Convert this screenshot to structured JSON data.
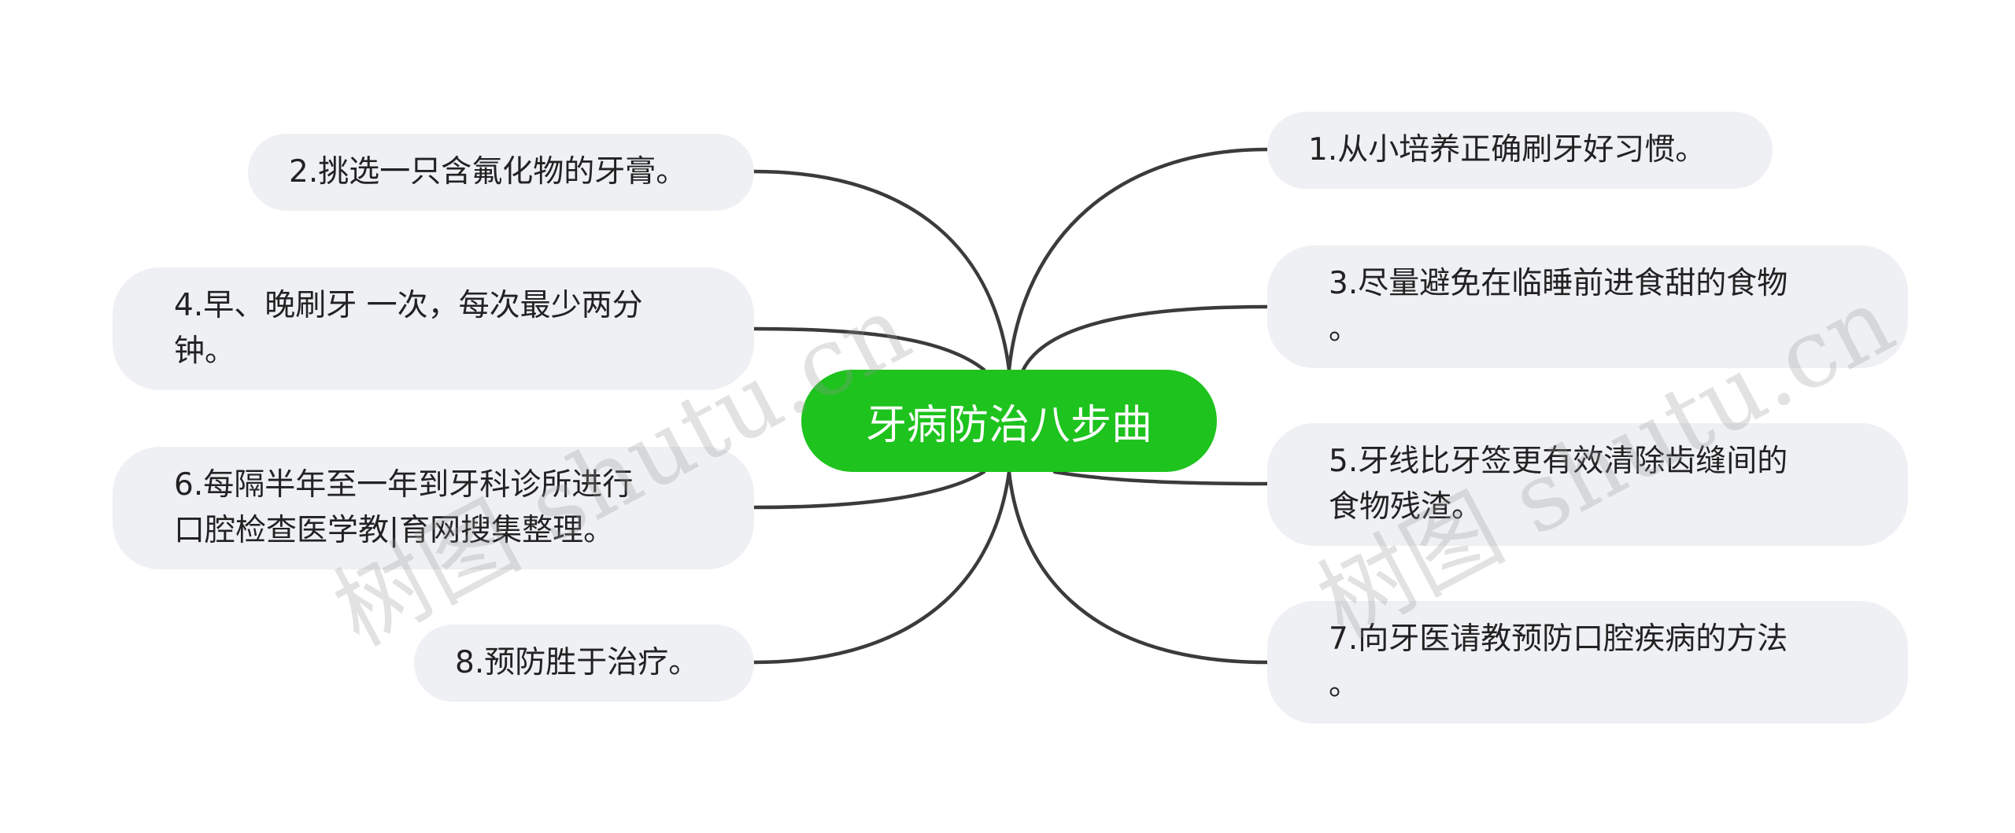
{
  "center": {
    "label": "牙病防治八步曲"
  },
  "colors": {
    "center": "#1ec31e",
    "node_bg": "#eef0f3",
    "link": "#3b3b3b"
  },
  "branches": [
    {
      "id": "b1",
      "text": "1.从小培养正确刷牙好习惯。"
    },
    {
      "id": "b2",
      "text": "2.挑选一只含氟化物的牙膏。"
    },
    {
      "id": "b3",
      "text": "3.尽量避免在临睡前进食甜的食物\n。"
    },
    {
      "id": "b4",
      "text": "4.早、晚刷牙 一次，每次最少两分\n钟。"
    },
    {
      "id": "b5",
      "text": "5.牙线比牙签更有效清除齿缝间的\n食物残渣。"
    },
    {
      "id": "b6",
      "text": "6.每隔半年至一年到牙科诊所进行\n口腔检查医学教|育网搜集整理。"
    },
    {
      "id": "b7",
      "text": "7.向牙医请教预防口腔疾病的方法\n。"
    },
    {
      "id": "b8",
      "text": "8.预防胜于治疗。"
    }
  ],
  "watermark": {
    "text": "树图 shutu.cn"
  }
}
